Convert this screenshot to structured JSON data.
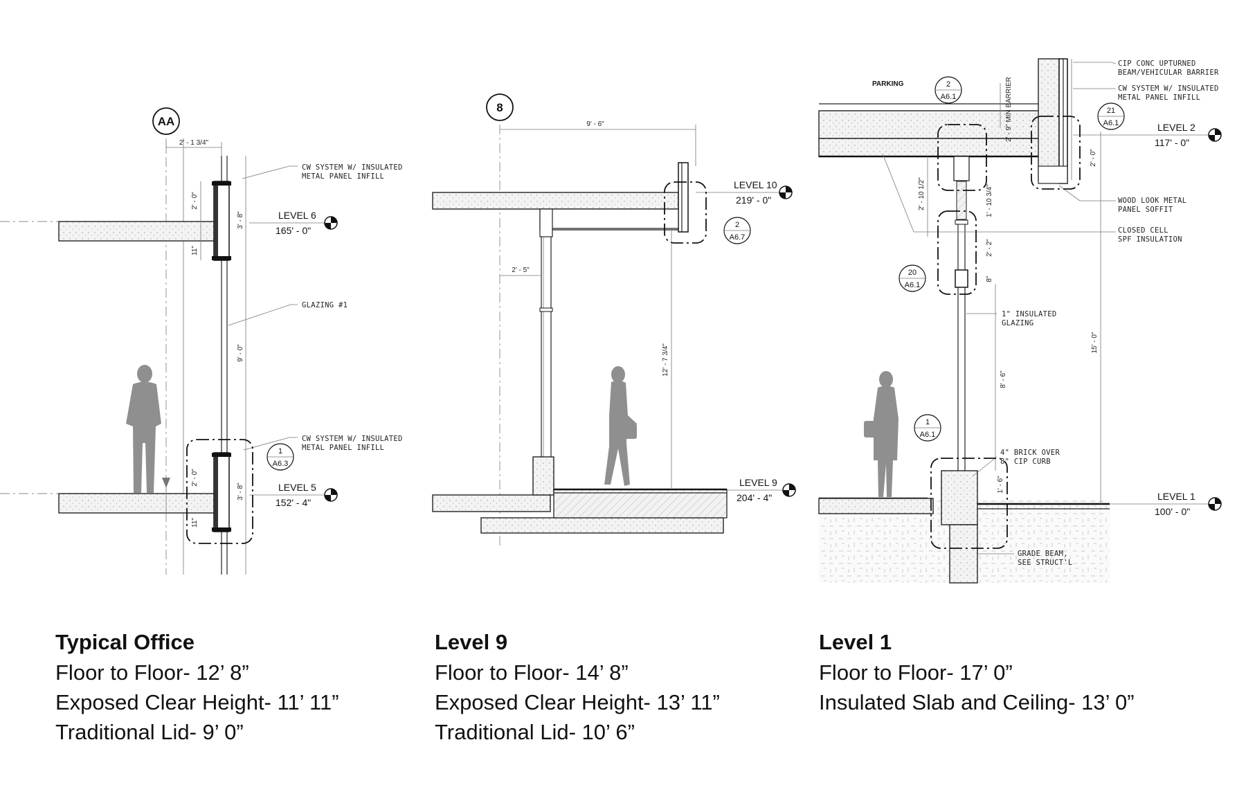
{
  "panel1": {
    "grid_bubble": "AA",
    "dim_top": "2' - 1 3/4\"",
    "note_cw_top": [
      "CW SYSTEM W/ INSULATED",
      "METAL PANEL INFILL"
    ],
    "note_glazing": "GLAZING #1",
    "note_cw_bottom": [
      "CW SYSTEM W/ INSULATED",
      "METAL PANEL INFILL"
    ],
    "level_upper": {
      "name": "LEVEL 6",
      "elev": "165' - 0\""
    },
    "level_lower": {
      "name": "LEVEL 5",
      "elev": "152' - 4\""
    },
    "dims": {
      "a": "2' - 0\"",
      "b": "3' - 8\"",
      "c": "11\"",
      "d": "9' - 0\"",
      "e": "2' - 0\"",
      "f": "3' - 8\"",
      "g": "11\""
    },
    "detail_tag": {
      "num": "1",
      "sheet": "A6.3"
    }
  },
  "panel2": {
    "grid_bubble": "8",
    "dim_top": "9' - 6\"",
    "dim_left": "2' - 5\"",
    "dim_clear": "12' - 7 3/4\"",
    "level_upper": {
      "name": "LEVEL 10",
      "elev": "219' - 0\""
    },
    "level_lower": {
      "name": "LEVEL 9",
      "elev": "204' - 4\""
    },
    "detail_tag": {
      "num": "2",
      "sheet": "A6.7"
    }
  },
  "panel3": {
    "parking_label": "PARKING",
    "barrier_dim": "2' - 9\" MIN BARRIER",
    "notes": {
      "cip_beam": [
        "CIP CONC UPTURNED",
        "BEAM/VEHICULAR BARRIER"
      ],
      "cw_system": [
        "CW SYSTEM W/ INSULATED",
        "METAL PANEL INFILL"
      ],
      "wood_soffit": [
        "WOOD LOOK METAL",
        "PANEL SOFFIT"
      ],
      "spf": [
        "CLOSED CELL",
        "SPF INSULATION"
      ],
      "glazing": [
        "1\" INSULATED",
        "GLAZING"
      ],
      "brick": [
        "4\" BRICK OVER",
        "8\" CIP CURB"
      ],
      "grade_beam": [
        "GRADE BEAM,",
        "SEE STRUCT'L"
      ]
    },
    "level_upper": {
      "name": "LEVEL 2",
      "elev": "117' - 0\""
    },
    "level_lower": {
      "name": "LEVEL 1",
      "elev": "100' - 0\""
    },
    "dims": {
      "a": "2' - 10 1/2\"",
      "b": "1' - 10 3/4\"",
      "c": "2' - 2\"",
      "d": "8\"",
      "e": "8' - 6\"",
      "f": "1' - 6\"",
      "g": "2' - 0\"",
      "h": "15' - 0\""
    },
    "tags": [
      {
        "num": "2",
        "sheet": "A6.1"
      },
      {
        "num": "21",
        "sheet": "A6.1"
      },
      {
        "num": "20",
        "sheet": "A6.1"
      },
      {
        "num": "1",
        "sheet": "A6.1"
      }
    ]
  },
  "captions": [
    {
      "title": "Typical Office",
      "lines": [
        "Floor to Floor- 12’ 8”",
        "Exposed Clear Height- 11’ 11”",
        "Traditional Lid- 9’ 0”"
      ]
    },
    {
      "title": "Level 9",
      "lines": [
        "Floor to Floor- 14’ 8”",
        "Exposed Clear Height- 13’ 11”",
        "Traditional Lid- 10’ 6”"
      ]
    },
    {
      "title": "Level 1",
      "lines": [
        "Floor to Floor- 17’ 0”",
        "Insulated Slab and Ceiling- 13’ 0”"
      ]
    }
  ]
}
